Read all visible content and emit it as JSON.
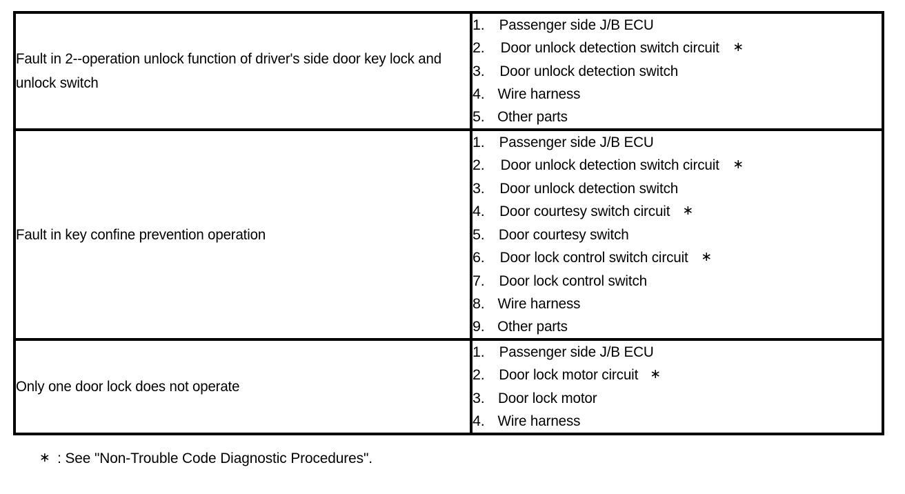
{
  "document": {
    "type": "diagnostic-trouble-table",
    "background_color": "#ffffff",
    "text_color": "#000000",
    "border_color": "#000000"
  },
  "table": {
    "rows": [
      {
        "symptom": "Fault in 2--operation unlock function of driver's side door key lock and unlock switch",
        "circuits": [
          {
            "num": "1.",
            "label": "Passenger side J/B ECU",
            "star": ""
          },
          {
            "num": "2.",
            "label": "Door unlock detection switch circuit",
            "star": "∗"
          },
          {
            "num": "3.",
            "label": "Door unlock detection switch",
            "star": ""
          },
          {
            "num": "4.",
            "label": "Wire harness",
            "star": ""
          },
          {
            "num": "5.",
            "label": "Other parts",
            "star": ""
          }
        ]
      },
      {
        "symptom": "Fault in key confine prevention operation",
        "circuits": [
          {
            "num": "1.",
            "label": "Passenger side J/B ECU",
            "star": ""
          },
          {
            "num": "2.",
            "label": "Door unlock detection switch circuit",
            "star": "∗"
          },
          {
            "num": "3.",
            "label": "Door unlock detection switch",
            "star": ""
          },
          {
            "num": "4.",
            "label": "Door courtesy switch circuit",
            "star": "∗"
          },
          {
            "num": "5.",
            "label": "Door courtesy switch",
            "star": ""
          },
          {
            "num": "6.",
            "label": "Door lock control switch circuit",
            "star": "∗"
          },
          {
            "num": "7.",
            "label": "Door lock control switch",
            "star": ""
          },
          {
            "num": "8.",
            "label": "Wire harness",
            "star": ""
          },
          {
            "num": "9.",
            "label": "Other parts",
            "star": ""
          }
        ]
      },
      {
        "symptom": "Only one door lock does not operate",
        "circuits": [
          {
            "num": "1.",
            "label": "Passenger side J/B ECU",
            "star": ""
          },
          {
            "num": "2.",
            "label": "Door lock motor circuit",
            "star": "∗"
          },
          {
            "num": "3.",
            "label": "Door lock motor",
            "star": ""
          },
          {
            "num": "4.",
            "label": "Wire harness",
            "star": ""
          }
        ]
      }
    ]
  },
  "footnote": {
    "star": "∗",
    "text": ": See \"Non-Trouble Code Diagnostic Procedures\"."
  }
}
